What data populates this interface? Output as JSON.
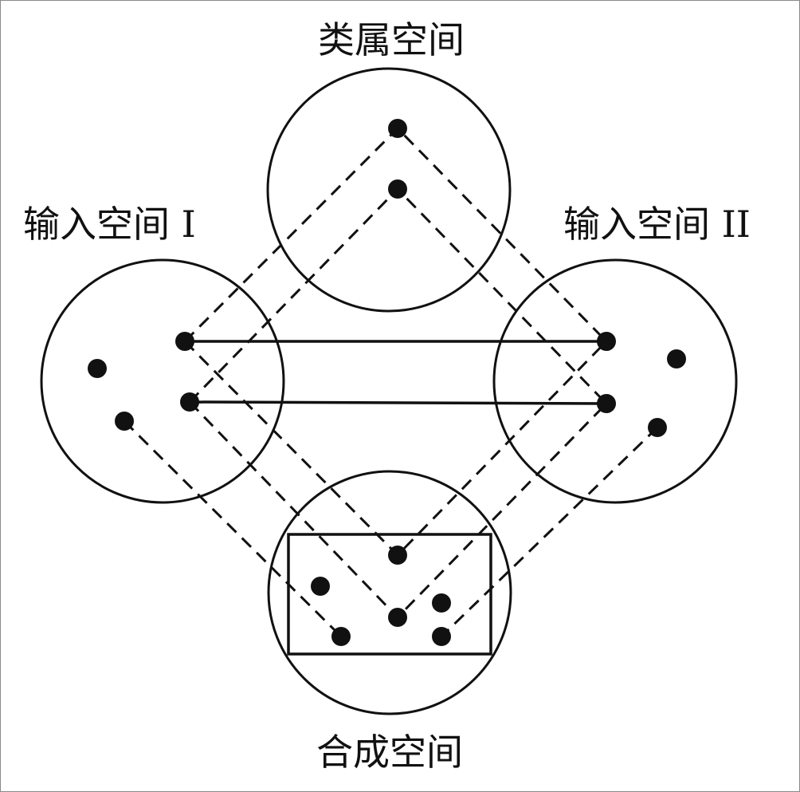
{
  "labels": {
    "generic_space": "类属空间",
    "input_space_1": "输入空间 I",
    "input_space_2": "输入空间 II",
    "blended_space": "合成空间"
  },
  "colors": {
    "ink": "#111111",
    "border": "#8a8a8a",
    "background": "#ffffff"
  }
}
